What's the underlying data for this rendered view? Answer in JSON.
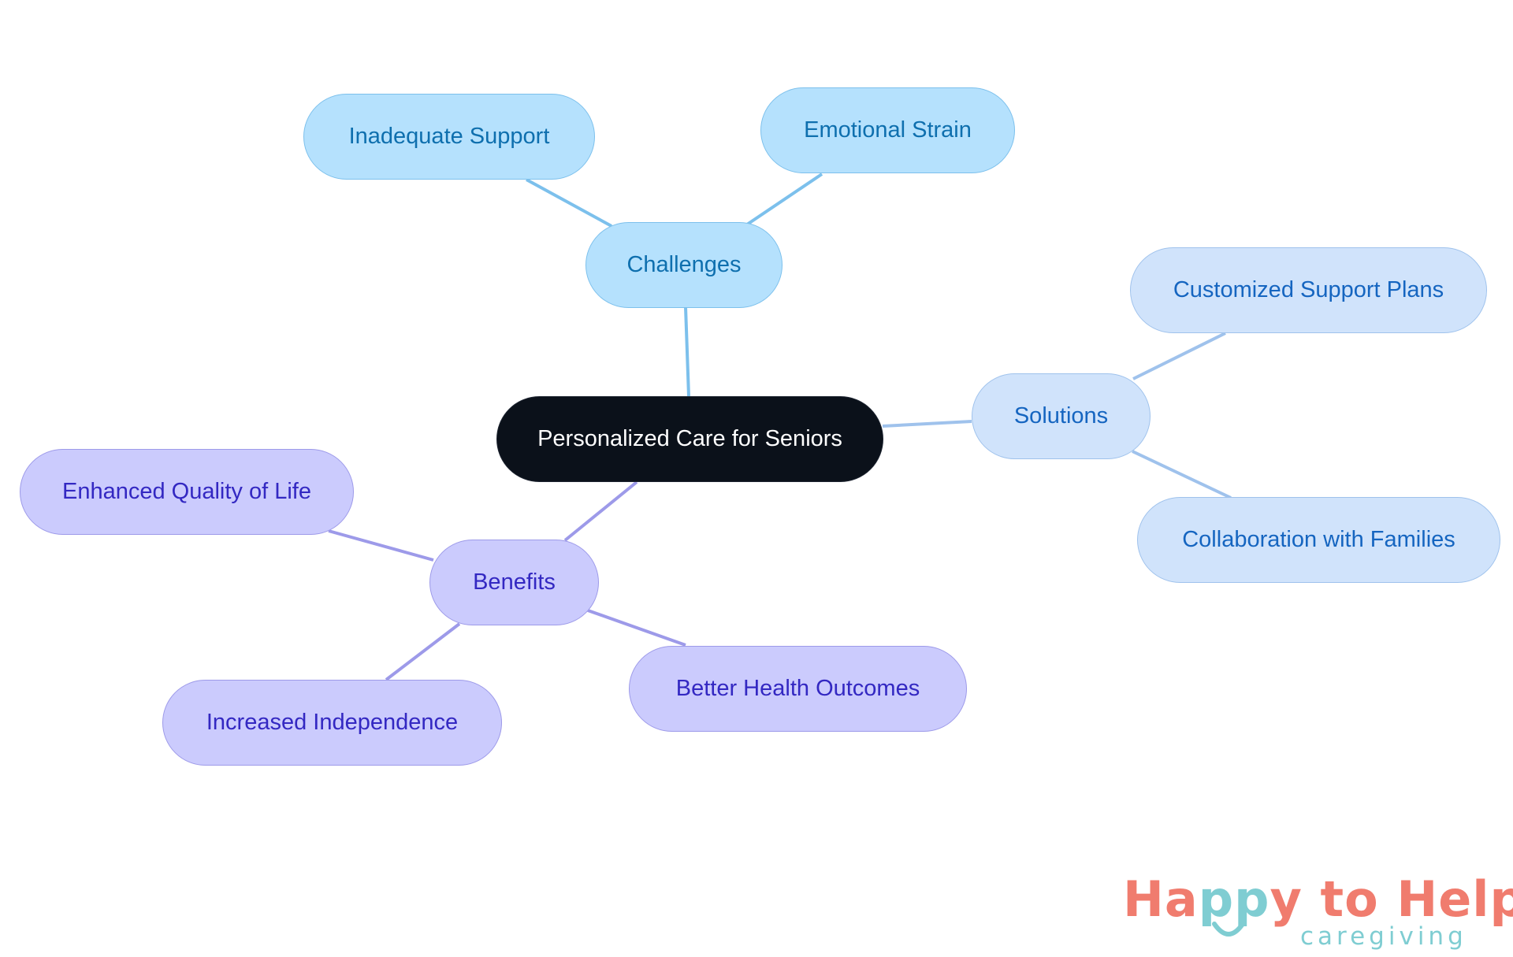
{
  "diagram": {
    "root": {
      "label": "Personalized Care for Seniors"
    },
    "branches": [
      {
        "label": "Challenges",
        "children": [
          "Inadequate Support",
          "Emotional Strain"
        ]
      },
      {
        "label": "Solutions",
        "children": [
          "Customized Support Plans",
          "Collaboration with Families"
        ]
      },
      {
        "label": "Benefits",
        "children": [
          "Enhanced Quality of Life",
          "Better Health Outcomes",
          "Increased Independence"
        ]
      }
    ],
    "colors": {
      "challenges_edge": "#7cc0ec",
      "solutions_edge": "#9fc2ec",
      "benefits_edge": "#9d9ae9"
    }
  },
  "logo": {
    "main_start": "Ha",
    "main_accent": "pp",
    "main_end": "y to Help",
    "sub": "caregiving"
  }
}
